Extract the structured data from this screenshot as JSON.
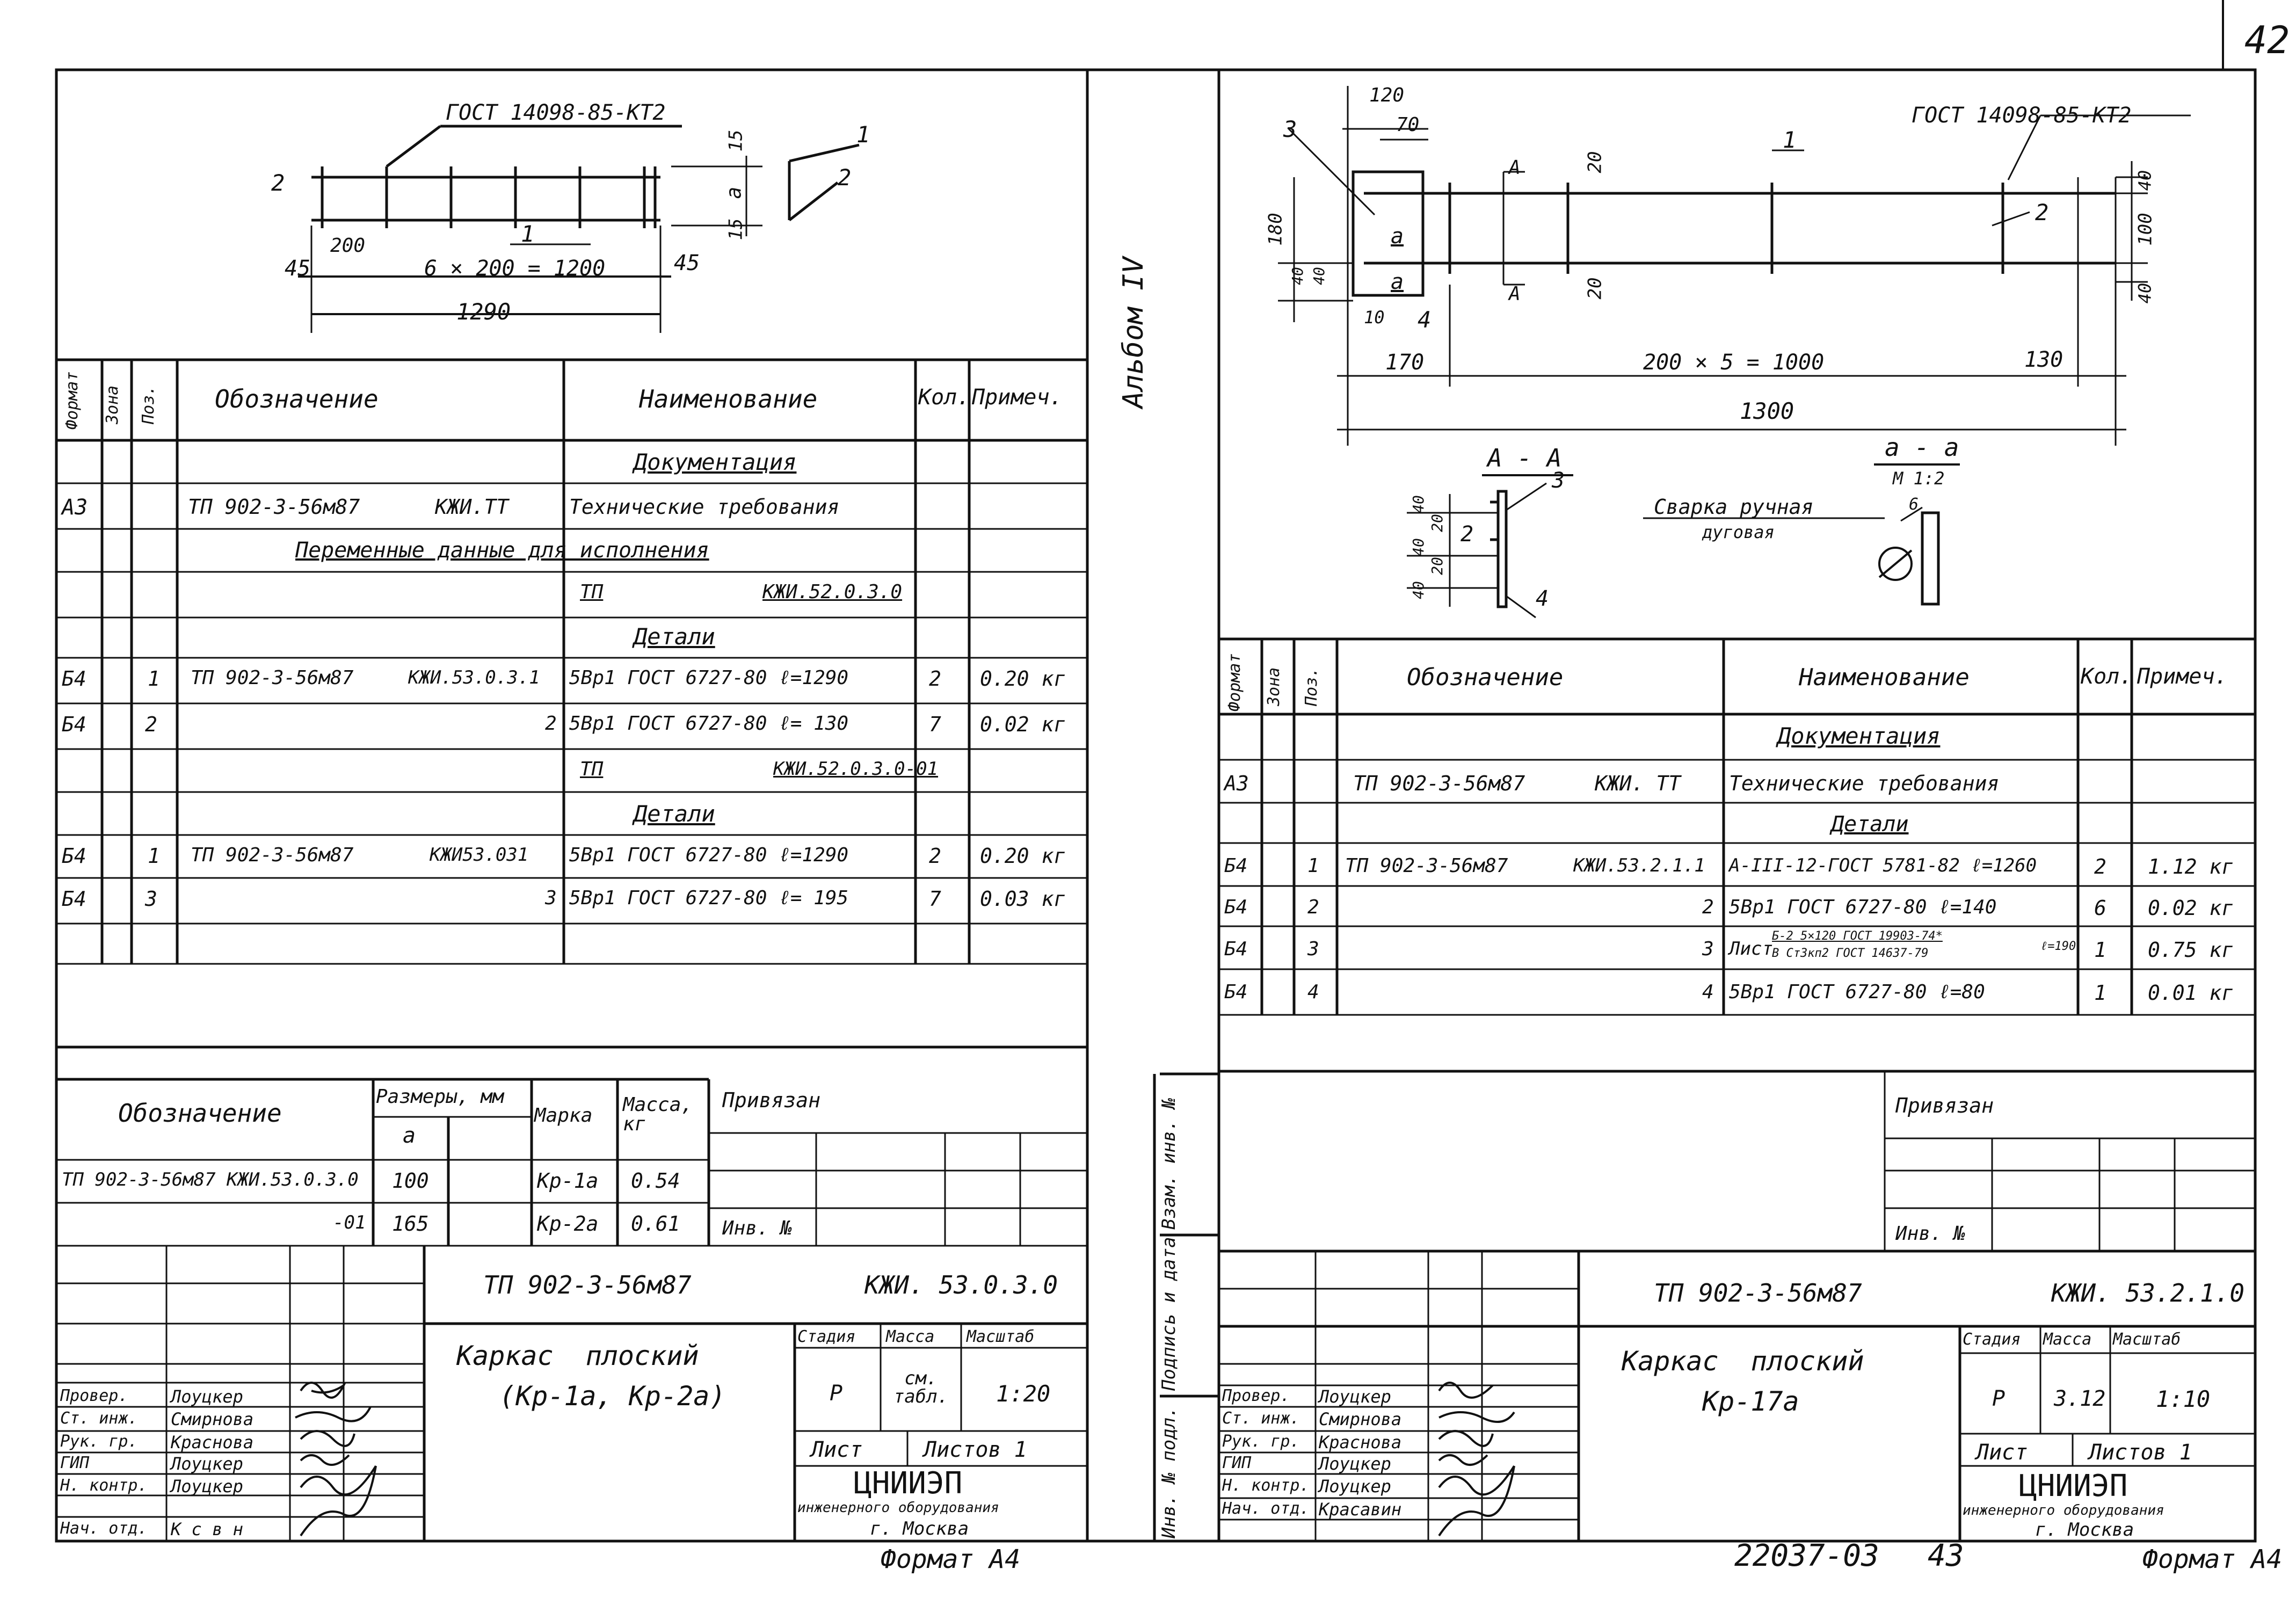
{
  "page_number": "42",
  "footer": {
    "doc_number": "22037-03",
    "page_bottom": "43",
    "format_left": "Формат А4",
    "format_right": "Формат А4"
  },
  "album": "Альбом IV",
  "side_stamp": [
    "Инв. № подл.",
    "Подпись и дата",
    "Взам. инв. №"
  ],
  "left": {
    "drawing": {
      "gost": "ГОСТ 14098-85-КТ2",
      "labels": {
        "pos1a": "1",
        "pos1b": "1",
        "pos2a": "2",
        "pos2b": "2",
        "dim200": "200",
        "dim45a": "45",
        "dim45b": "45",
        "spacing": "6 × 200 = 1200",
        "total": "1290",
        "d15a": "15",
        "d15b": "15",
        "da": "a"
      }
    },
    "spec": {
      "headers": [
        "Формат",
        "Зона",
        "Поз.",
        "Обозначение",
        "Наименование",
        "Кол.",
        "Примеч."
      ],
      "section_docs": "Документация",
      "doc_row": {
        "format": "А3",
        "designation": "ТП 902-3-56м87",
        "code": "КЖИ.ТТ",
        "name": "Технические требования"
      },
      "variable_data": "Переменные данные для исполнения",
      "tp1": {
        "label": "ТП",
        "code": "КЖИ.52.0.3.0"
      },
      "parts1": "Детали",
      "row1": {
        "format": "Б4",
        "pos": "1",
        "designation": "ТП 902-3-56м87",
        "code": "КЖИ.53.0.3.1",
        "name": "5Вр1 ГОСТ 6727-80 ℓ=1290",
        "qty": "2",
        "note": "0.20 кг"
      },
      "row2": {
        "format": "Б4",
        "pos": "2",
        "code": "2",
        "name": "5Вр1 ГОСТ 6727-80 ℓ= 130",
        "qty": "7",
        "note": "0.02 кг"
      },
      "tp2": {
        "label": "ТП",
        "code": "КЖИ.52.0.3.0-01"
      },
      "parts2": "Детали",
      "row3": {
        "format": "Б4",
        "pos": "1",
        "designation": "ТП 902-3-56м87",
        "code": "КЖИ53.031",
        "name": "5Вр1 ГОСТ 6727-80 ℓ=1290",
        "qty": "2",
        "note": "0.20 кг"
      },
      "row4": {
        "format": "Б4",
        "pos": "3",
        "code": "3",
        "name": "5Вр1 ГОСТ 6727-80 ℓ= 195",
        "qty": "7",
        "note": "0.03 кг"
      }
    },
    "variants": {
      "h_designation": "Обозначение",
      "h_sizes": "Размеры, мм",
      "h_a": "a",
      "h_mark": "Марка",
      "h_mass": "Масса, кг",
      "r1": {
        "designation": "ТП 902-3-56м87 КЖИ.53.0.3.0",
        "a": "100",
        "mark": "Кр-1а",
        "mass": "0.54"
      },
      "r2": {
        "designation": "-01",
        "a": "165",
        "mark": "Кр-2а",
        "mass": "0.61"
      }
    },
    "privyazan": "Привязан",
    "inv": "Инв. №",
    "title": {
      "project": "ТП 902-3-56м87",
      "code": "КЖИ. 53.0.3.0",
      "name1": "Каркас плоский",
      "name2": "(Кр-1а, Кр-2а)",
      "stage_h": "Стадия",
      "mass_h": "Масса",
      "scale_h": "Масштаб",
      "stage": "Р",
      "mass": "см. табл.",
      "scale": "1:20",
      "sheet": "Лист",
      "sheets": "Листов 1",
      "org1": "ЦНИИЭП",
      "org2": "инженерного оборудования",
      "org3": "г. Москва",
      "staff": [
        [
          "Провер.",
          "Лоуцкер"
        ],
        [
          "Ст. инж.",
          "Смирнова"
        ],
        [
          "Рук. гр.",
          "Краснова"
        ],
        [
          "ГИП",
          "Лоуцкер"
        ],
        [
          "Н. контр.",
          "Лоуцкер"
        ],
        [
          "Нач. отд.",
          "К с в н"
        ]
      ]
    }
  },
  "right": {
    "drawing": {
      "gost": "ГОСТ 14098-85-КТ2",
      "labels": {
        "d120": "120",
        "d70": "70",
        "p3": "3",
        "p1": "1",
        "p2": "2",
        "p4": "4",
        "d180": "180",
        "d20a": "20",
        "d20b": "20",
        "d40a": "40",
        "d40b": "40",
        "d100": "100",
        "d40c": "40",
        "d40d": "40",
        "d10": "10",
        "a": "a",
        "a2": "a",
        "secA1": "А",
        "secA2": "А",
        "d170": "170",
        "spacing": "200 × 5 = 1000",
        "d130": "130",
        "total": "1300"
      },
      "secAA": "А - А",
      "secaa": "а - а",
      "scale": "М 1:2",
      "aa_labels": {
        "p3": "3",
        "p2": "2",
        "p4": "4",
        "d40a": "40",
        "d20": "20",
        "d40b": "40",
        "d20b": "20",
        "d40c": "40"
      },
      "weld1": "Сварка ручная",
      "weld2": "дуговая",
      "weld_size": "6"
    },
    "spec": {
      "headers": [
        "Формат",
        "Зона",
        "Поз.",
        "Обозначение",
        "Наименование",
        "Кол.",
        "Примеч."
      ],
      "section_docs": "Документация",
      "doc_row": {
        "format": "А3",
        "designation": "ТП 902-3-56м87",
        "code": "КЖИ. ТТ",
        "name": "Технические требования"
      },
      "parts": "Детали",
      "row1": {
        "format": "Б4",
        "pos": "1",
        "designation": "ТП 902-3-56м87",
        "code": "КЖИ.53.2.1.1",
        "name": "А-III-12-ГОСТ 5781-82 ℓ=1260",
        "qty": "2",
        "note": "1.12 кг"
      },
      "row2": {
        "format": "Б4",
        "pos": "2",
        "code": "2",
        "name": "5Вр1 ГОСТ 6727-80 ℓ=140",
        "qty": "6",
        "note": "0.02 кг"
      },
      "row3": {
        "format": "Б4",
        "pos": "3",
        "code": "3",
        "name_a": "Лист",
        "name_b": "Б-2 5×120 ГОСТ 19903-74*",
        "name_c": "В Ст3кп2 ГОСТ 14637-79",
        "name_d": "ℓ=190",
        "qty": "1",
        "note": "0.75 кг"
      },
      "row4": {
        "format": "Б4",
        "pos": "4",
        "code": "4",
        "name": "5Вр1 ГОСТ 6727-80 ℓ=80",
        "qty": "1",
        "note": "0.01 кг"
      }
    },
    "privyazan": "Привязан",
    "inv": "Инв. №",
    "title": {
      "project": "ТП 902-3-56м87",
      "code": "КЖИ. 53.2.1.0",
      "name1": "Каркас плоский",
      "name2": "Кр-17а",
      "stage_h": "Стадия",
      "mass_h": "Масса",
      "scale_h": "Масштаб",
      "stage": "Р",
      "mass": "3.12",
      "scale": "1:10",
      "sheet": "Лист",
      "sheets": "Листов 1",
      "org1": "ЦНИИЭП",
      "org2": "инженерного оборудования",
      "org3": "г. Москва",
      "staff": [
        [
          "Провер.",
          "Лоуцкер"
        ],
        [
          "Ст. инж.",
          "Смирнова"
        ],
        [
          "Рук. гр.",
          "Краснова"
        ],
        [
          "ГИП",
          "Лоуцкер"
        ],
        [
          "Н. контр.",
          "Лоуцкер"
        ],
        [
          "Нач. отд.",
          "Красавин"
        ]
      ]
    }
  }
}
